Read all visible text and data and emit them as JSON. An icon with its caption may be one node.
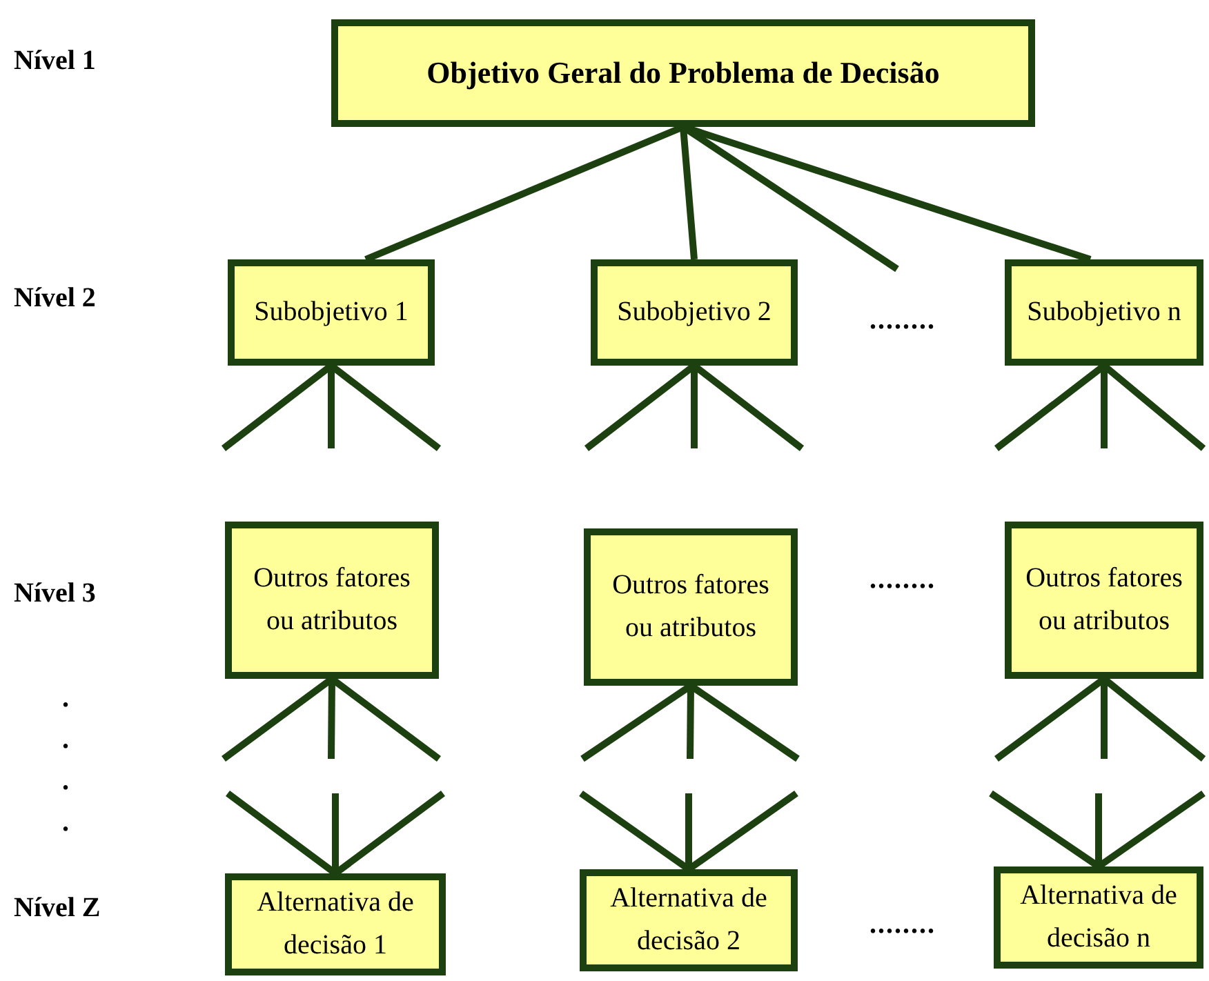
{
  "diagram": {
    "nodes": [
      {
        "text": [
          "Objetivo Geral do Problema de Decisão"
        ]
      },
      {
        "text": [
          "Subobjetivo 1"
        ]
      },
      {
        "text": [
          "Subobjetivo 2"
        ]
      },
      {
        "text": [
          "Subobjetivo n"
        ]
      },
      {
        "text": [
          "Outros fatores ou atributos"
        ]
      },
      {
        "text": [
          "Outros fatores ou atributos"
        ]
      },
      {
        "text": [
          "Outros fatores ou atributos"
        ]
      },
      {
        "text": [
          "Alternativa de decisão 1"
        ]
      },
      {
        "text": [
          "Alternativa de decisão 2"
        ]
      },
      {
        "text": [
          "Alternativa de decisão n"
        ]
      }
    ],
    "edges": [
      {
        "from": 0,
        "to": 1,
        "arrow": "none"
      },
      {
        "from": 0,
        "to": 2,
        "arrow": "none"
      },
      {
        "from": 0,
        "to": null,
        "arrow": "none"
      },
      {
        "from": 0,
        "to": 3,
        "arrow": "none"
      },
      {
        "from": 1,
        "to": null,
        "arrow": "none"
      },
      {
        "from": 1,
        "to": null,
        "arrow": "none"
      },
      {
        "from": 1,
        "to": null,
        "arrow": "none"
      },
      {
        "from": 2,
        "to": null,
        "arrow": "none"
      },
      {
        "from": 2,
        "to": null,
        "arrow": "none"
      },
      {
        "from": 2,
        "to": null,
        "arrow": "none"
      },
      {
        "from": 3,
        "to": null,
        "arrow": "none"
      },
      {
        "from": 3,
        "to": null,
        "arrow": "none"
      },
      {
        "from": 3,
        "to": null,
        "arrow": "none"
      },
      {
        "from": 4,
        "to": null,
        "arrow": "none"
      },
      {
        "from": 4,
        "to": null,
        "arrow": "none"
      },
      {
        "from": 4,
        "to": null,
        "arrow": "none"
      },
      {
        "from": 5,
        "to": null,
        "arrow": "none"
      },
      {
        "from": 5,
        "to": null,
        "arrow": "none"
      },
      {
        "from": 5,
        "to": null,
        "arrow": "none"
      },
      {
        "from": 6,
        "to": null,
        "arrow": "none"
      },
      {
        "from": 6,
        "to": null,
        "arrow": "none"
      },
      {
        "from": 6,
        "to": null,
        "arrow": "none"
      },
      {
        "from": null,
        "to": 7,
        "arrow": "none"
      },
      {
        "from": null,
        "to": 7,
        "arrow": "none"
      },
      {
        "from": null,
        "to": 7,
        "arrow": "none"
      },
      {
        "from": null,
        "to": 8,
        "arrow": "none"
      },
      {
        "from": null,
        "to": 8,
        "arrow": "none"
      },
      {
        "from": null,
        "to": 8,
        "arrow": "none"
      },
      {
        "from": null,
        "to": 9,
        "arrow": "none"
      },
      {
        "from": null,
        "to": 9,
        "arrow": "none"
      },
      {
        "from": null,
        "to": 9,
        "arrow": "none"
      }
    ],
    "labels": [
      "Nível 1",
      "Nível 2",
      "........",
      "Nível 3",
      "........",
      ".",
      ".",
      ".",
      ".",
      "Nível Z",
      "........"
    ]
  }
}
